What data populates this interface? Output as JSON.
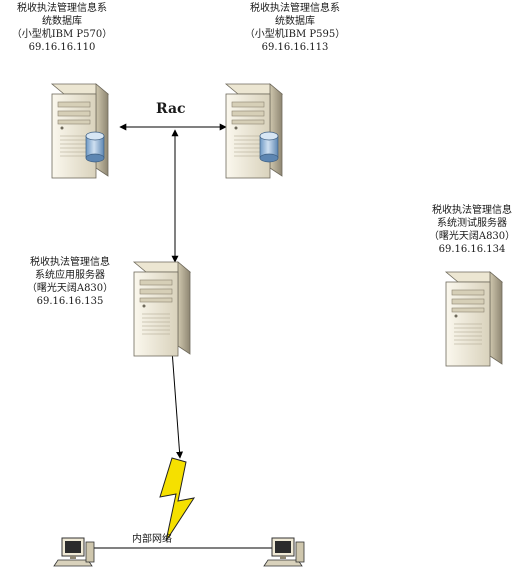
{
  "nodes": {
    "db1": {
      "lines": [
        "税收执法管理信息系",
        "统数据库",
        "（小型机IBM P570）",
        "69.16.16.110"
      ],
      "icon": "server-with-database-icon"
    },
    "db2": {
      "lines": [
        "税收执法管理信息系",
        "统数据库",
        "（小型机IBM P595）",
        "69.16.16.113"
      ],
      "icon": "server-with-database-icon"
    },
    "app": {
      "lines": [
        "税收执法管理信息",
        "系统应用服务器",
        "（曙光天阔A830）",
        "69.16.16.135"
      ],
      "icon": "server-icon"
    },
    "test": {
      "lines": [
        "税收执法管理信息",
        "系统测试服务器",
        "（曙光天阔A830）",
        "69.16.16.134"
      ],
      "icon": "server-icon"
    }
  },
  "rac_label": "Rac",
  "network_label": "内部网络",
  "icons": [
    "server-with-database-icon",
    "server-icon",
    "lightning-icon",
    "workstation-icon",
    "arrow-icon"
  ],
  "colors": {
    "line": "#000000",
    "bolt_fill": "#f5e000",
    "server_light": "#f0ead6",
    "server_shade": "#b8b09a",
    "db_blue": "#8fb4d8"
  }
}
